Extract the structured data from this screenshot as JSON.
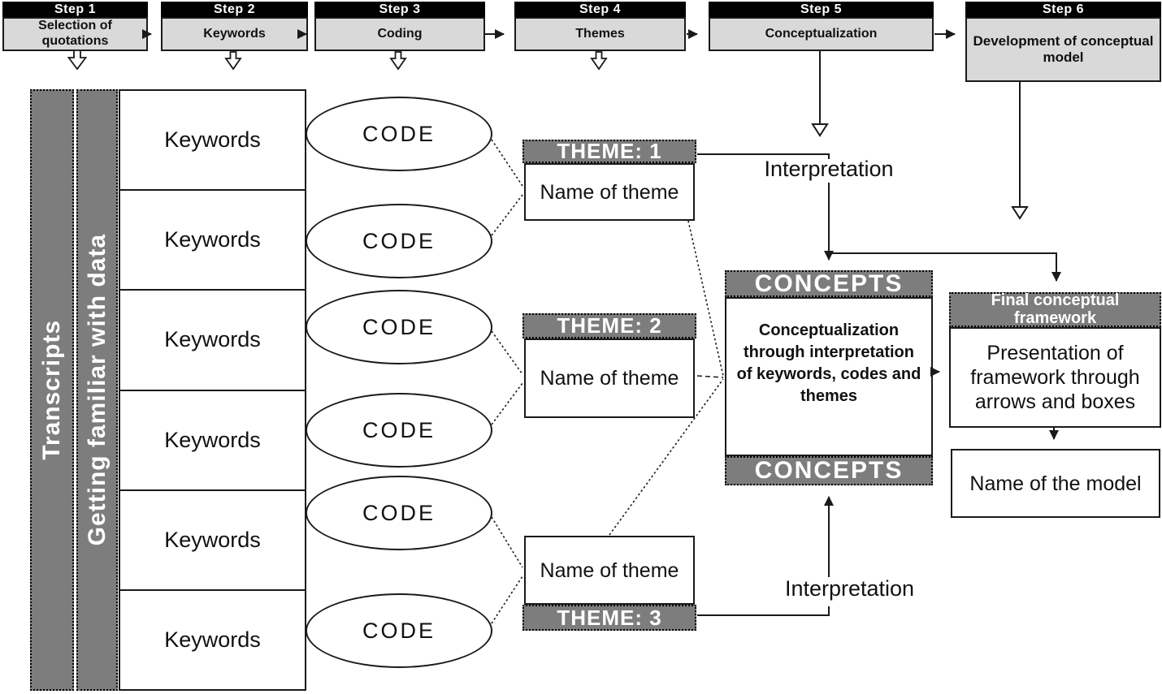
{
  "steps": [
    {
      "label": "Step 1",
      "desc": "Selection of quotations"
    },
    {
      "label": "Step 2",
      "desc": "Keywords"
    },
    {
      "label": "Step 3",
      "desc": "Coding"
    },
    {
      "label": "Step 4",
      "desc": "Themes"
    },
    {
      "label": "Step 5",
      "desc": "Conceptualization"
    },
    {
      "label": "Step 6",
      "desc": "Development of conceptual model"
    }
  ],
  "left_panel": {
    "transcripts_label": "Transcripts",
    "familiar_label": "Getting familiar with data"
  },
  "keywords": [
    "Keywords",
    "Keywords",
    "Keywords",
    "Keywords",
    "Keywords",
    "Keywords"
  ],
  "codes": [
    "CODE",
    "CODE",
    "CODE",
    "CODE",
    "CODE",
    "CODE"
  ],
  "themes": {
    "theme1": {
      "title": "THEME: 1",
      "body": "Name of theme"
    },
    "theme2": {
      "title": "THEME: 2",
      "body": "Name of theme"
    },
    "theme3": {
      "title": "THEME: 3",
      "body": "Name of theme"
    }
  },
  "labels": {
    "interpretation_top": "Interpretation",
    "interpretation_bottom": "Interpretation"
  },
  "concepts": {
    "header": "CONCEPTS",
    "body": "Conceptualization through interpretation of keywords, codes and themes",
    "footer": "CONCEPTS"
  },
  "framework": {
    "header": "Final conceptual framework",
    "body": "Presentation of framework through arrows and boxes",
    "model": "Name of the model"
  },
  "colors": {
    "dark_gray": "#7d7d7d",
    "light_gray": "#d9d9d9",
    "header_black": "#000000",
    "line_black": "#1a1a1a"
  }
}
